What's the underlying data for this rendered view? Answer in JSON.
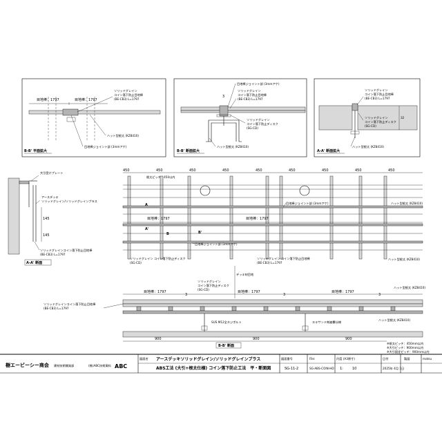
{
  "detail1": {
    "dim_left": "目地棒：1797",
    "dim_right": "目地棒：1797",
    "callout_main": [
      "ソリッドグレイン",
      "コイン落下防止目地棒",
      "(BE-CB3) L=1797"
    ],
    "callout_hat": "ハット型根太 (KZ8410)",
    "callout_joint": "目地棒ジョイント部 (3mmアケ)",
    "title": "B-B' 平面拡大"
  },
  "detail2": {
    "callout_joint": "目地棒ジョイント部 (3mmアケ)",
    "mark": "3",
    "callout_main": [
      "ソリッドグレイン",
      "コイン落下防止目地棒",
      "(BE-CB3) L=1797"
    ],
    "callout_disc": [
      "ソリッドグレイン",
      "コイン落下防止ディスク",
      "(SG-CD)"
    ],
    "callout_hat": "ハット型根太 (KZ8410)",
    "title": "B-B' 断面拡大"
  },
  "detail3": {
    "callout_main": [
      "ソリッドグレイン",
      "コイン落下防止目地棒",
      "(BE-CB3) L=1797"
    ],
    "callout_disc": [
      "ソリッドグレイン",
      "コイン落下防止ディスク",
      "(SG-CD)"
    ],
    "dim": "32",
    "callout_hat": "ハット型根太 (KZ8410)",
    "title": "A-A' 断面拡大"
  },
  "section_aa": {
    "plate": "大引受けプレート",
    "deck": [
      "アースデッキ",
      "ソリッドグレイン/ソリッドグレインプラス"
    ],
    "dim1": "145",
    "dim2": "145",
    "rod": [
      "ソリッドグレインコイン落下防止目地棒",
      "(BE-CB3) L=1797"
    ],
    "title": "A-A' 断面"
  },
  "plan": {
    "spans": [
      "450",
      "450",
      "450",
      "450",
      "450",
      "450",
      "450",
      "450",
      "450"
    ],
    "pitch_label": "根太ピッチ：450以内",
    "joist_label": "目地棒：1797",
    "joist_label2": "目地棒：1797",
    "joint_label": "目地棒ジョイント部 (3mmアケ)",
    "hat_label": "ハット型根太 (KZ8410)",
    "hat_label2": "ハット型根太 (KZ8410)",
    "joint_label2": "目地棒ジョイント部 (3mmアケ)",
    "disc_label": [
      "ソリッドグレイン コイン落下防止ディスク",
      "(SG-CD)"
    ],
    "disc_label2": [
      "ソリッドグレイン コイン落下防止目地棒",
      "(BE-CB3) L=1797"
    ],
    "marks": {
      "a": "A",
      "a2": "A'",
      "b": "B",
      "b2": "B'"
    }
  },
  "section_bb": {
    "dims": [
      "目地棒：1797",
      "目地棒：1797",
      "目地棒：1797"
    ],
    "marks": [
      "3",
      "3",
      "3"
    ],
    "deck_label": "デッキ材目地",
    "disc_label": [
      "ソリッドグレイン",
      "コイン落下防止ディスク",
      "(SG-CD)"
    ],
    "left_label": [
      "ソリッドグレインコイン落下防止目地棒",
      "(BE-CB3) L=1797"
    ],
    "hat_label": "ハット型根太 (KZ8410)",
    "hat_label2": "ハット型根太 (KZ8410)",
    "bolt_label": "SUS M12全ネジボルト",
    "anchor_label": "エキサンド剤被覆仕様",
    "spans": [
      "900",
      "900",
      "900"
    ],
    "title": "B-B' 断面"
  },
  "title_block": {
    "company": "樹エービーシー商会",
    "dept": "建材技術開発部",
    "design_label": "(株)ABC技術資料",
    "logo": "ABC",
    "drawing_name_label": "図面名",
    "drawing_name_1": "アースデッキソリッドグレイン/ソリッドグレインプラス",
    "drawing_name_2": "ABS工法 (大引+根太仕様) コイン落下防止工法　平・断面図",
    "drawing_no_label": "図面番号",
    "drawing_no": "SG-11-2",
    "file_label": "File:",
    "file_name": "SG-ABS-COIN-HD",
    "scale_label": "尺度 (A3原寸)",
    "scale_1": "1:",
    "scale_2": "10",
    "date_label": "日付",
    "date": "2025年 4月 1日",
    "author_label": "製図",
    "author": "matsu",
    "notes": [
      "※根太ピッチ：450mm以内",
      "※大引ピッチ：900mm以内",
      "※大引固定ピッチ：900mm以内"
    ]
  }
}
